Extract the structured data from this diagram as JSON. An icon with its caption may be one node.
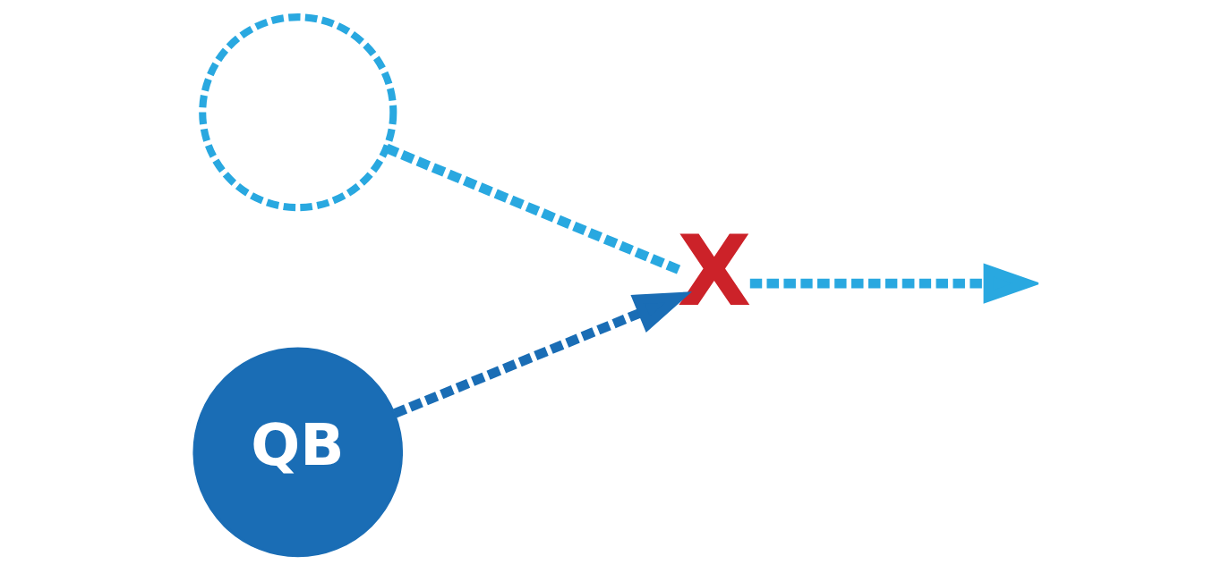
{
  "diagram": {
    "nodes": [
      {
        "text": [],
        "shape": "circle"
      },
      {
        "text": [
          "X"
        ]
      },
      {
        "text": [
          "QB"
        ]
      }
    ],
    "edges": [
      {
        "from": 0,
        "to": 1,
        "arrow": "none",
        "style": "dashed"
      },
      {
        "from": 1,
        "to": null,
        "arrow": "to",
        "style": "dashed"
      },
      {
        "from": 2,
        "to": 1,
        "arrow": "to",
        "style": "dashed",
        "color": "#1a6db5"
      }
    ]
  }
}
